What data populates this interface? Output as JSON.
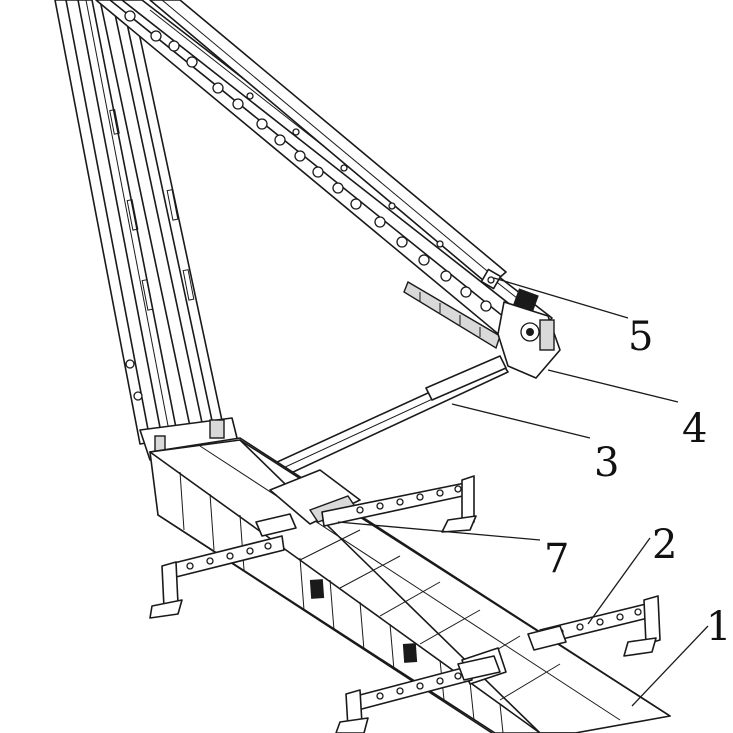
{
  "callouts": [
    {
      "id": "1",
      "text": "1"
    },
    {
      "id": "2",
      "text": "2"
    },
    {
      "id": "3",
      "text": "3"
    },
    {
      "id": "4",
      "text": "4"
    },
    {
      "id": "5",
      "text": "5"
    },
    {
      "id": "7",
      "text": "7"
    }
  ],
  "colors": {
    "line": "#1a1a1a",
    "background": "#ffffff"
  }
}
